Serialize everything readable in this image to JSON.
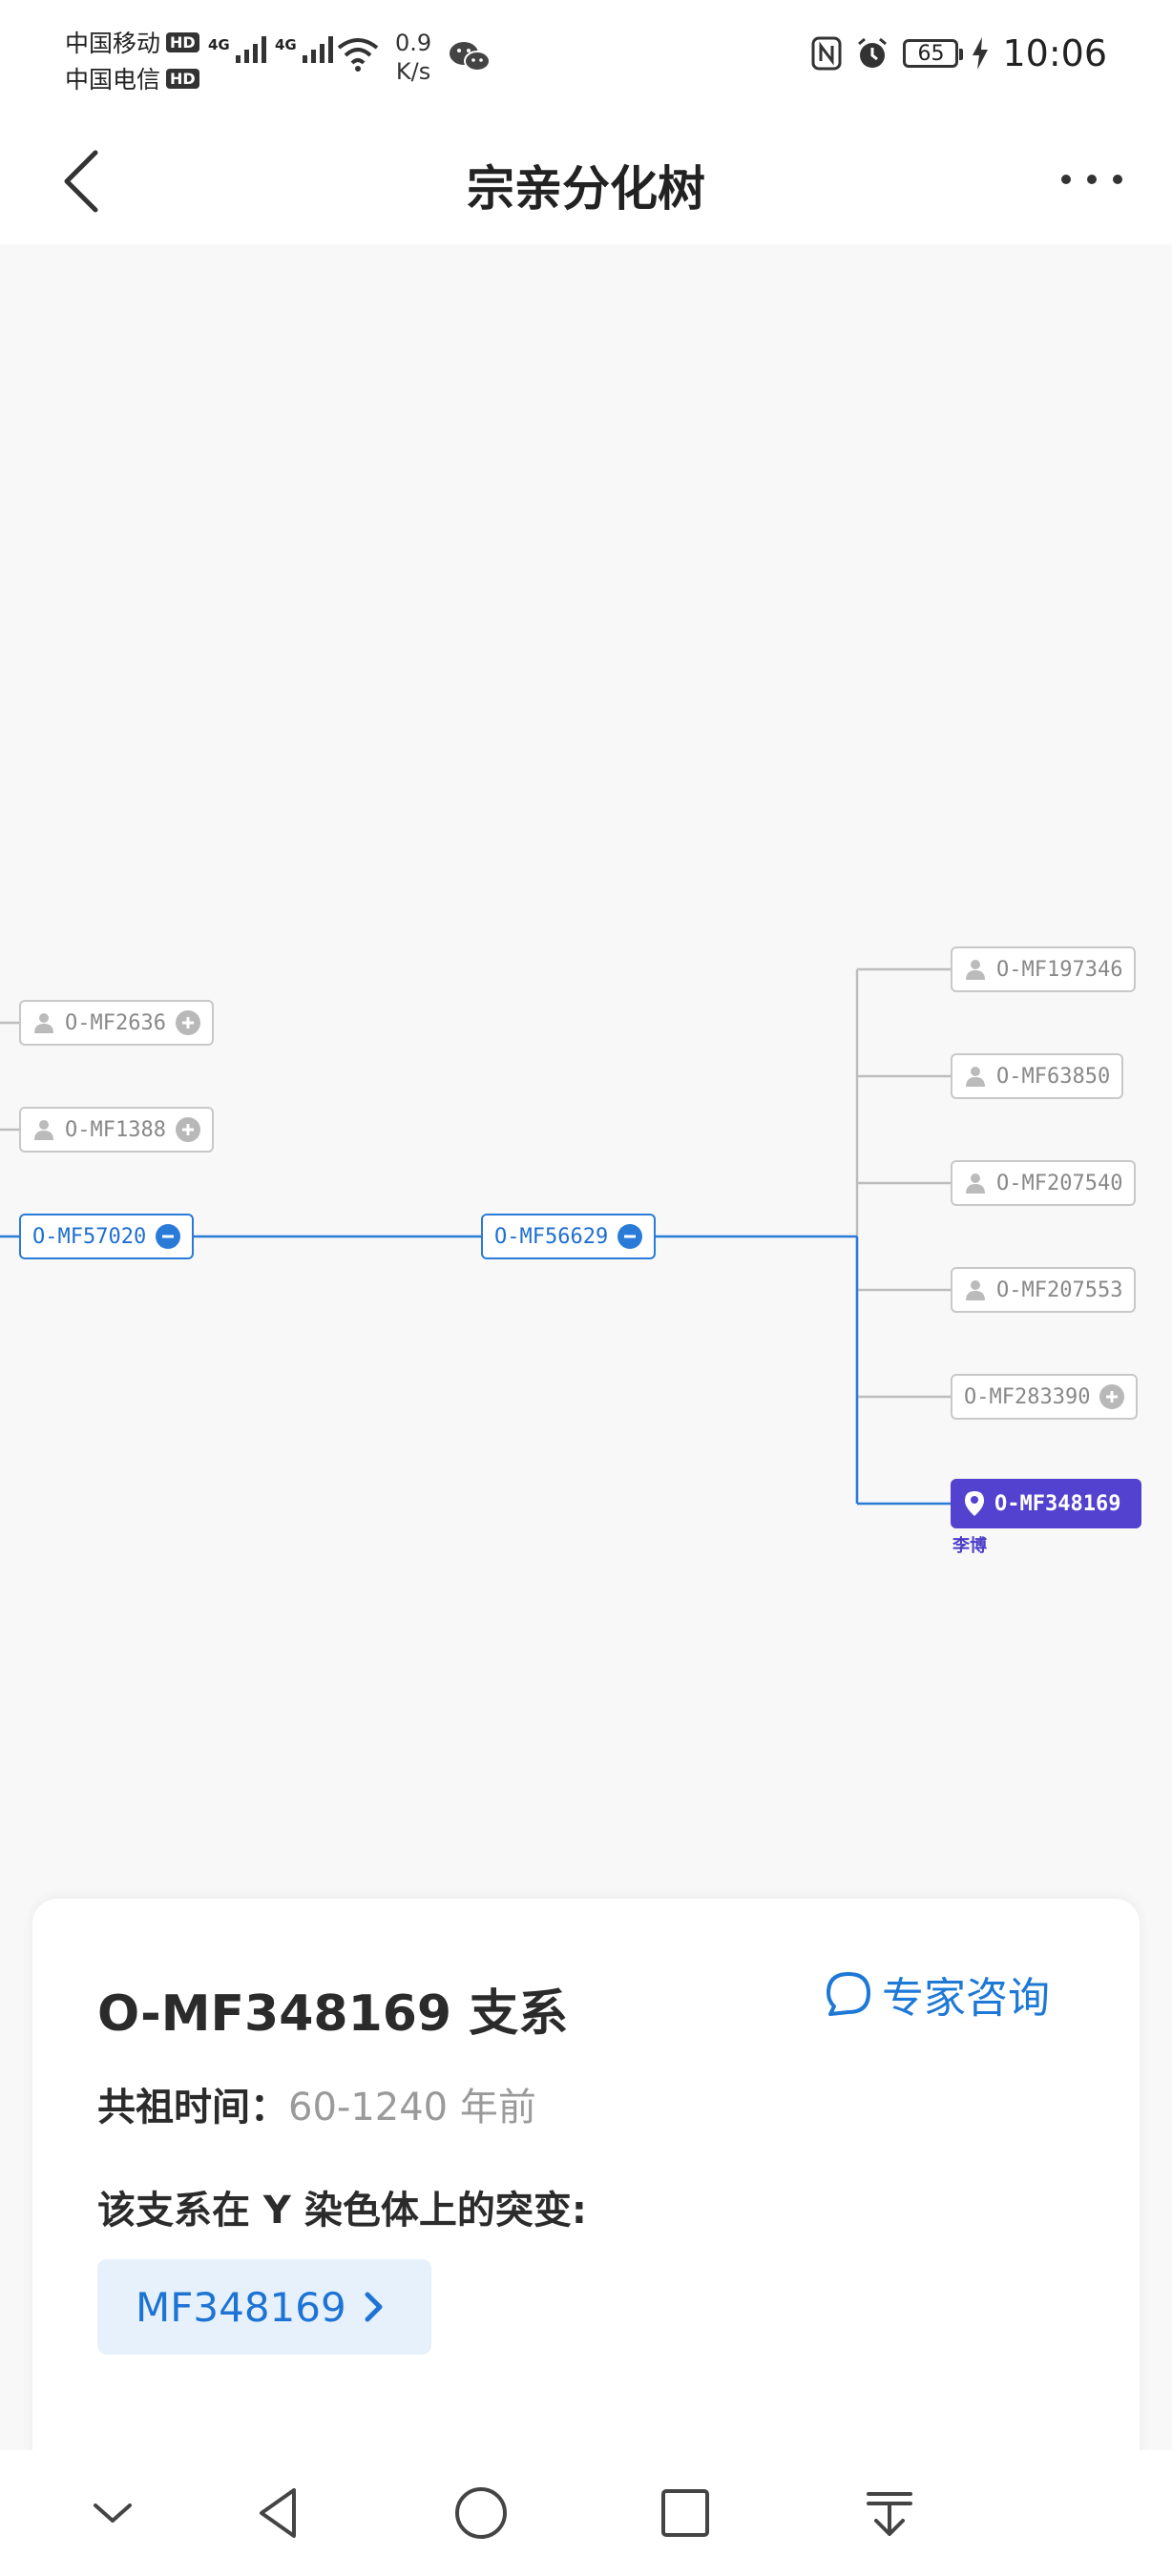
{
  "status_bar": {
    "carrier1": "中国移动",
    "carrier2": "中国电信",
    "hd": "HD",
    "net_gen": "4G",
    "net_speed_value": "0.9",
    "net_speed_unit": "K/s",
    "battery_level": "65",
    "time": "10:06"
  },
  "header": {
    "title": "宗亲分化树"
  },
  "tree": {
    "nodes": {
      "mf2636": "O-MF2636",
      "mf1388": "O-MF1388",
      "mf57020": "O-MF57020",
      "mf56629": "O-MF56629",
      "mf197346": "O-MF197346",
      "mf63850": "O-MF63850",
      "mf207540": "O-MF207540",
      "mf207553": "O-MF207553",
      "mf283390": "O-MF283390",
      "mf348169": "O-MF348169"
    },
    "selected_user": "李博",
    "colors": {
      "lineage": "#2a7bd8",
      "selected": "#5242cf",
      "inactive": "#c8c8c8"
    }
  },
  "card": {
    "title": "O-MF348169 支系",
    "consult_label": "专家咨询",
    "age_label": "共祖时间：",
    "age_value": "60-1240 年前",
    "mutation_label": "该支系在 Y 染色体上的突变:",
    "mutation_chip": "MF348169"
  }
}
